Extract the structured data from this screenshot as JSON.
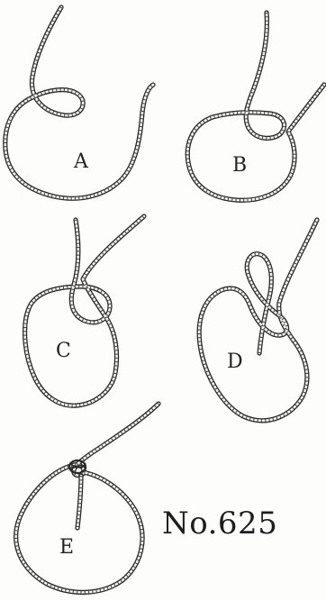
{
  "figures": [
    {
      "id": "a",
      "label": "A"
    },
    {
      "id": "b",
      "label": "B"
    },
    {
      "id": "c",
      "label": "C"
    },
    {
      "id": "d",
      "label": "D"
    },
    {
      "id": "e",
      "label": "E"
    }
  ],
  "plate_number": "No.625",
  "colors": {
    "rope_outline": "#2a2a2a",
    "rope_fill": "#f4f3ee",
    "background": "#fdfdfb"
  }
}
